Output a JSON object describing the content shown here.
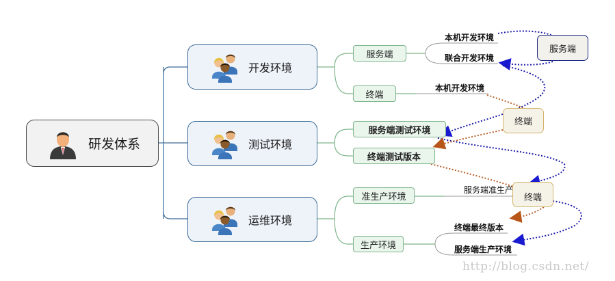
{
  "root": {
    "label": "研发体系",
    "icon": "businessman-icon"
  },
  "branches": [
    {
      "label": "开发环境",
      "icon": "people-group-icon",
      "children": [
        {
          "label": "服务端",
          "leaves": [
            "本机开发环境",
            "联合开发环境"
          ]
        },
        {
          "label": "终端",
          "leaves": [
            "本机开发环境"
          ]
        }
      ]
    },
    {
      "label": "测试环境",
      "icon": "people-group-icon",
      "children": [
        {
          "label": "服务端测试环境",
          "leaves": []
        },
        {
          "label": "终端测试版本",
          "leaves": []
        }
      ]
    },
    {
      "label": "运维环境",
      "icon": "people-group-icon",
      "children": [
        {
          "label": "准生产环境",
          "leaves": [
            "服务端准生产环境"
          ]
        },
        {
          "label": "生产环境",
          "leaves": [
            "终端最终版本",
            "服务端生产环境"
          ]
        }
      ]
    }
  ],
  "callouts": [
    {
      "label": "服务端",
      "style": "blue"
    },
    {
      "label": "终端",
      "style": "tan"
    },
    {
      "label": "终端",
      "style": "tan"
    }
  ],
  "relationship_colors": {
    "server": "#1a1aa8",
    "terminal": "#b8602a"
  },
  "watermark": "http://blog.csdn.net/"
}
